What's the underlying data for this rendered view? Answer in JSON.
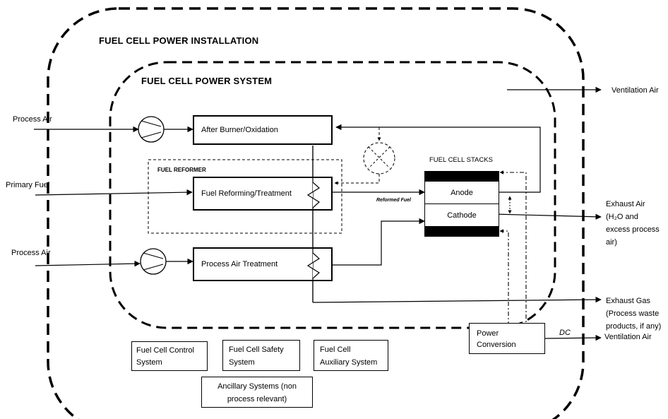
{
  "titles": {
    "installation": "FUEL CELL POWER INSTALLATION",
    "system": "FUEL CELL POWER SYSTEM",
    "reformer": "FUEL REFORMER",
    "stacks": "FUEL CELL STACKS"
  },
  "inputs": {
    "process_air_top": "Process Air",
    "primary_fuel": "Primary Fuel",
    "process_air_bottom": "Process Air"
  },
  "blocks": {
    "after_burner": "After Burner/Oxidation",
    "fuel_reforming": "Fuel Reforming/Treatment",
    "process_air_treatment": "Process Air Treatment",
    "anode": "Anode",
    "cathode": "Cathode",
    "power_conversion_l1": "Power",
    "power_conversion_l2": "Conversion"
  },
  "flow_labels": {
    "reformed_fuel": "Reformed Fuel",
    "dc": "DC"
  },
  "outputs": {
    "ventilation_air_top": "Ventilation Air",
    "exhaust_air_l1": "Exhaust Air",
    "exhaust_air_l2": "(H₂O and",
    "exhaust_air_l3": "excess process",
    "exhaust_air_l4": "air)",
    "exhaust_gas_l1": "Exhaust Gas",
    "exhaust_gas_l2": "(Process waste",
    "exhaust_gas_l3": "products, if any)",
    "ventilation_air_bottom": "Ventilation Air"
  },
  "subsystems": {
    "control_l1": "Fuel Cell Control",
    "control_l2": "System",
    "safety_l1": "Fuel Cell Safety",
    "safety_l2": "System",
    "auxiliary_l1": "Fuel Cell",
    "auxiliary_l2": "Auxiliary System",
    "ancillary_l1": "Ancillary Systems (non",
    "ancillary_l2": "process relevant)"
  }
}
